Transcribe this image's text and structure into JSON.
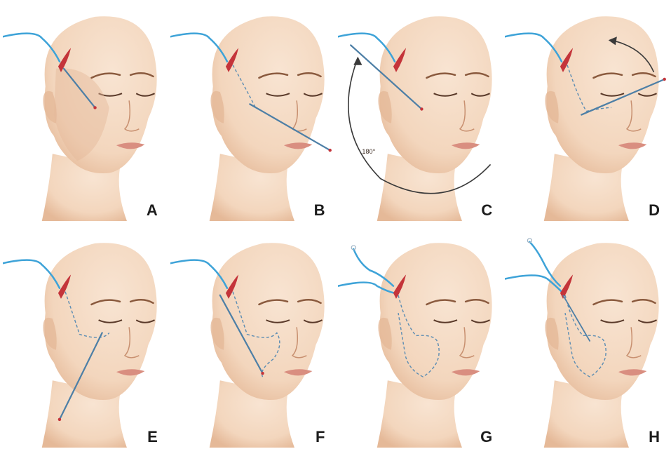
{
  "panels": [
    {
      "letter": "A",
      "step": "a"
    },
    {
      "letter": "B",
      "step": "b"
    },
    {
      "letter": "C",
      "step": "c",
      "angle_label": "180°"
    },
    {
      "letter": "D",
      "step": "d"
    },
    {
      "letter": "E",
      "step": "e"
    },
    {
      "letter": "F",
      "step": "f"
    },
    {
      "letter": "G",
      "step": "g"
    },
    {
      "letter": "H",
      "step": "h"
    }
  ],
  "colors": {
    "skin": "#f3d6bd",
    "skin_shadow": "#e5b998",
    "suture_blue": "#3ea3d8",
    "incision_red": "#c4343a",
    "needle": "#4d7fa6",
    "dashed_path": "#5c8db3",
    "arrow": "#3a3a3a",
    "lips": "#d98e80"
  }
}
